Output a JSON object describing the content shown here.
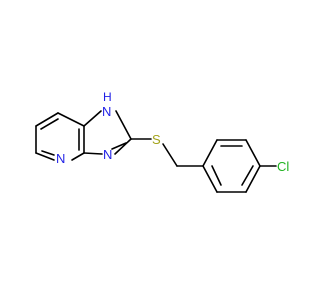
{
  "molecule": {
    "atoms": {
      "nh": "H",
      "n1": "N",
      "n3": "N",
      "npyr": "N",
      "s": "S",
      "cl": "Cl"
    },
    "colors": {
      "nitrogen": "#1f1fe6",
      "sulfur": "#a3a31a",
      "chlorine": "#21b321",
      "bond": "#000000",
      "background": "#ffffff"
    }
  }
}
